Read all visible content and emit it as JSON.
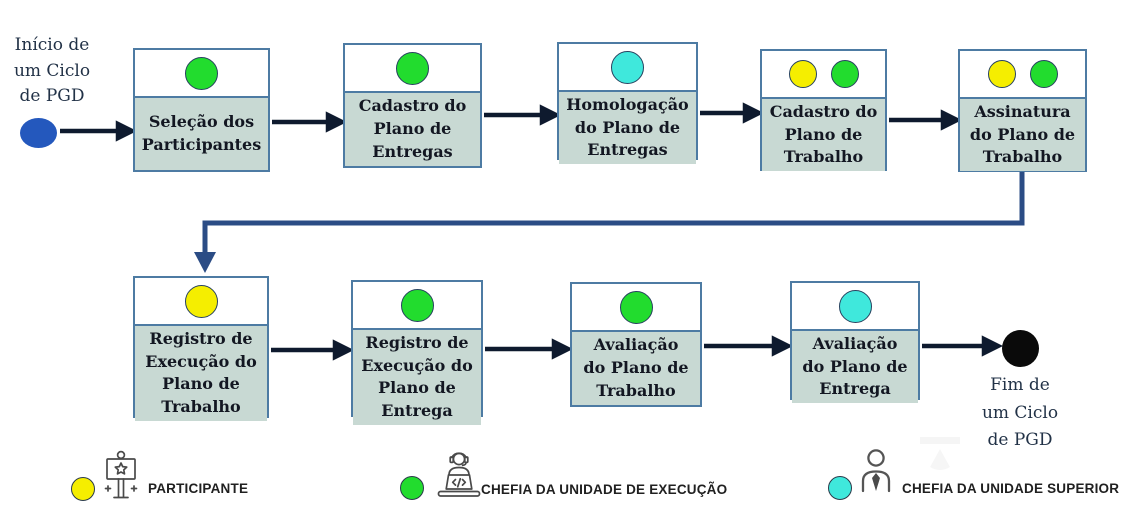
{
  "colors": {
    "participante": "#f5ee00",
    "chefia_execucao": "#22dc2e",
    "chefia_superior": "#3fe8dc",
    "start_node": "#2458bd",
    "end_node": "#0a0a0a",
    "box_body": "#c8d9d3",
    "box_border": "#4d7ba3",
    "arrow": "#0e1a2e",
    "connector": "#2b4c85"
  },
  "start": {
    "label": "Início de\num Ciclo\nde PGD"
  },
  "end": {
    "label": "Fim de\num Ciclo\nde PGD"
  },
  "steps": [
    {
      "title": "Seleção dos\nParticipantes",
      "actors": [
        "chefia_execucao"
      ]
    },
    {
      "title": "Cadastro do\nPlano de\nEntregas",
      "actors": [
        "chefia_execucao"
      ]
    },
    {
      "title": "Homologação\ndo Plano de\nEntregas",
      "actors": [
        "chefia_superior"
      ]
    },
    {
      "title": "Cadastro do\nPlano de\nTrabalho",
      "actors": [
        "participante",
        "chefia_execucao"
      ]
    },
    {
      "title": "Assinatura\ndo Plano de\nTrabalho",
      "actors": [
        "participante",
        "chefia_execucao"
      ]
    },
    {
      "title": "Registro de\nExecução do\nPlano de\nTrabalho",
      "actors": [
        "participante"
      ]
    },
    {
      "title": "Registro de\nExecução do\nPlano de\nEntrega",
      "actors": [
        "chefia_execucao"
      ]
    },
    {
      "title": "Avaliação\ndo Plano de\nTrabalho",
      "actors": [
        "chefia_execucao"
      ]
    },
    {
      "title": "Avaliação\ndo Plano de\nEntrega",
      "actors": [
        "chefia_superior"
      ]
    }
  ],
  "legend": [
    {
      "label": "PARTICIPANTE",
      "actor": "participante",
      "icon": "participant-banner-icon"
    },
    {
      "label": "CHEFIA DA UNIDADE DE EXECUÇÃO",
      "actor": "chefia_execucao",
      "icon": "person-laptop-icon"
    },
    {
      "label": "CHEFIA DA UNIDADE SUPERIOR",
      "actor": "chefia_superior",
      "icon": "person-tie-icon"
    }
  ]
}
